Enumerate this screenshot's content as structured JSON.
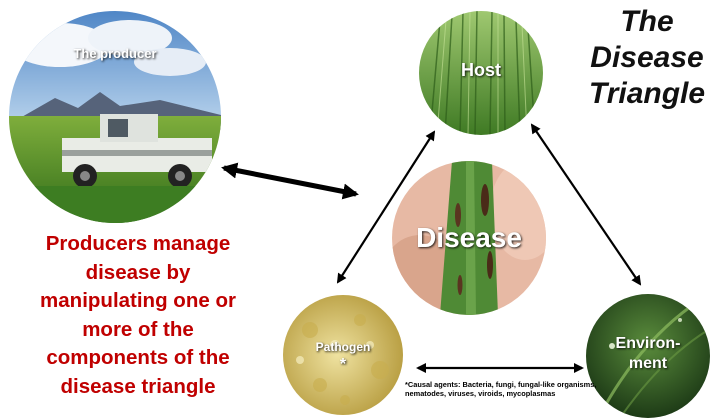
{
  "title": {
    "lines": [
      "The",
      "Disease",
      "Triangle"
    ]
  },
  "nodes": {
    "producer": {
      "label": "The producer"
    },
    "host": {
      "label": "Host"
    },
    "disease": {
      "label": "Disease"
    },
    "pathogen": {
      "label": "Pathogen",
      "marker": "*"
    },
    "environment": {
      "label_lines": [
        "Environ-",
        "ment"
      ]
    }
  },
  "message": {
    "lines": [
      "Producers manage",
      "disease by",
      "manipulating one or",
      "more of the",
      "components of the",
      "disease triangle"
    ]
  },
  "footnote": {
    "text": "*Causal agents: Bacteria, fungi, fungal-like organisms, nematodes, viruses, viroids, mycoplasmas"
  },
  "colors": {
    "title": "#111111",
    "message": "#c00000",
    "arrow": "#000000",
    "sky": "#7fb3e6",
    "grass": "#3e8a22",
    "leaf": "#4f8a35",
    "pathogen": "#d8c26a",
    "environment": "#1f4a1a"
  }
}
